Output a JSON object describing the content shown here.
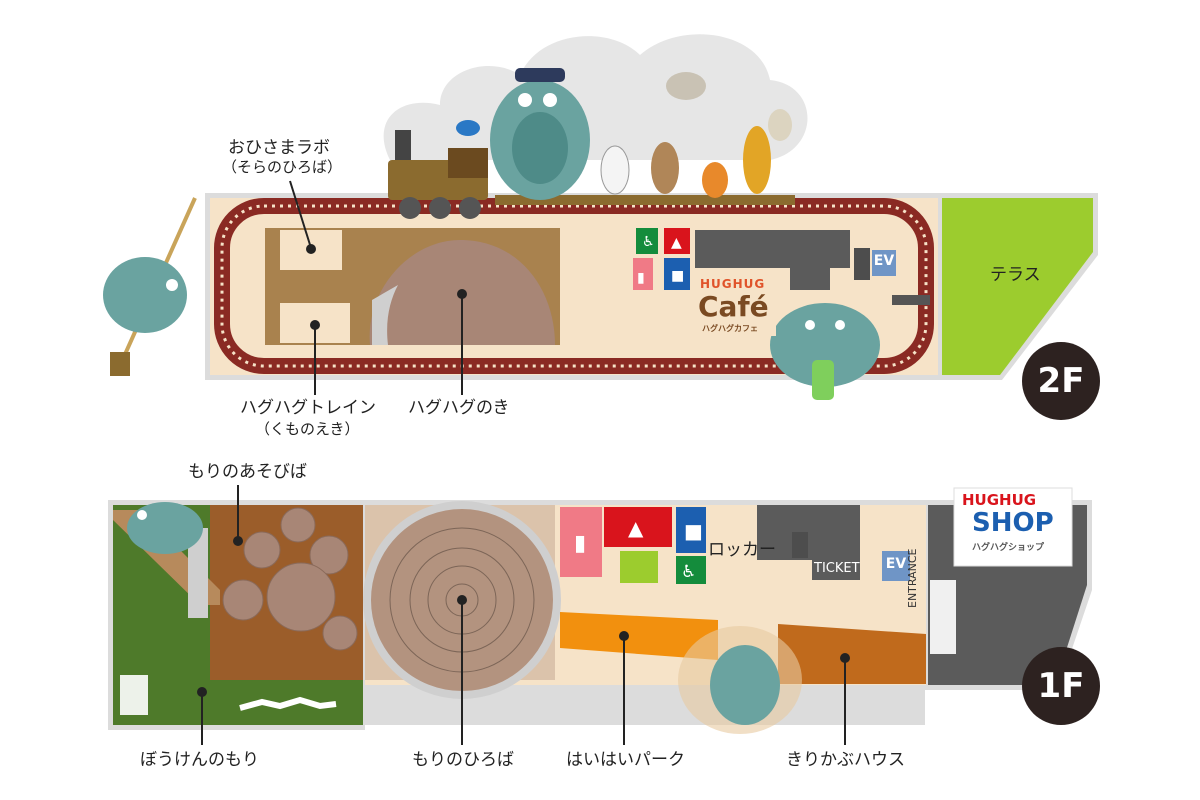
{
  "floors": {
    "f2": {
      "badge": "2F",
      "labels": {
        "lab_1": "おひさまラボ",
        "lab_2": "（そらのひろば）",
        "train_1": "ハグハグトレイン",
        "train_2": "（くものえき）",
        "tree": "ハグハグのき",
        "terrace": "テラス",
        "ev": "EV",
        "cafe_logo_top": "HUGHUG",
        "cafe_logo_main": "Café",
        "cafe_logo_sub": "ハグハグカフェ"
      }
    },
    "f1": {
      "badge": "1F",
      "labels": {
        "playground": "もりのあそびば",
        "adventure": "ぼうけんのもり",
        "square": "もりのひろば",
        "crawl": "はいはいパーク",
        "stump": "きりかぶハウス",
        "locker": "ロッカー",
        "ticket": "TICKET",
        "ev": "EV",
        "entrance": "ENTRANCE",
        "shop_logo_top": "HUGHUG",
        "shop_logo_main": "SHOP",
        "shop_logo_sub": "ハグハグショップ"
      }
    }
  },
  "colors": {
    "floor_cream": "#f6e3c8",
    "outline": "#dcdcdc",
    "track_red": "#8a2a23",
    "terrace_green": "#9ccc2e",
    "forest_green": "#4e7a2a",
    "stump_brown": "#9b5d2a",
    "orange_zone": "#f2900e",
    "dark_orange_zone": "#c06a1c",
    "restroom_red": "#d9141c",
    "restroom_blue": "#1c5fb0",
    "restroom_green": "#148c3c",
    "nursing_pink": "#f07a86",
    "dark_gray": "#5b5b5b",
    "ev_blue": "#6f95c6",
    "badge_dark": "#2d2220",
    "character_teal": "#6aa3a0"
  }
}
